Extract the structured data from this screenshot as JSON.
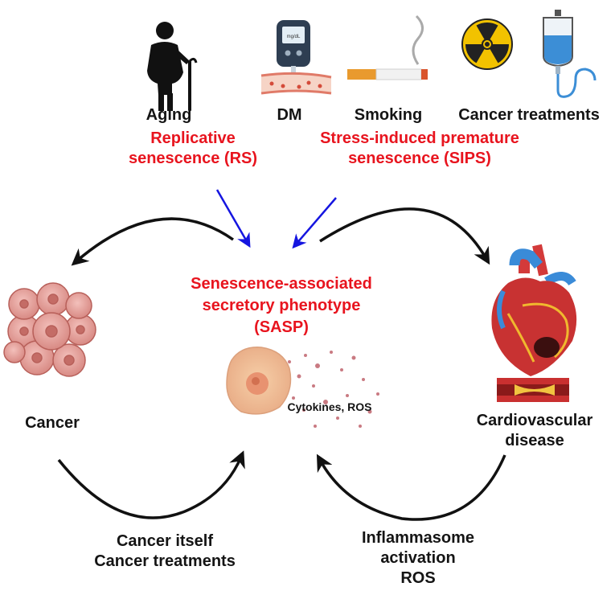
{
  "causes": {
    "aging": "Aging",
    "dm": "DM",
    "smoking": "Smoking",
    "cancer_treatments": "Cancer treatments"
  },
  "rs": {
    "line1": "Replicative",
    "line2": "senescence (RS)"
  },
  "sips": {
    "line1": "Stress-induced premature",
    "line2": "senescence (SIPS)"
  },
  "sasp": {
    "line1": "Senescence-associated",
    "line2": "secretory phenotype",
    "line3": "(SASP)",
    "secreted": "Cytokines, ROS"
  },
  "outcomes": {
    "cancer": "Cancer",
    "cvd_line1": "Cardiovascular",
    "cvd_line2": "disease"
  },
  "feedback_left": {
    "line1": "Cancer itself",
    "line2": "Cancer treatments"
  },
  "feedback_right": {
    "line1": "Inflammasome",
    "line2": "activation",
    "line3": "ROS"
  },
  "glucometer_readout": "mg/dL",
  "colors": {
    "red_text": "#e8141e",
    "blue_arrow": "#1515e0",
    "black_arrow": "#111111"
  },
  "icons": [
    "elderly-person-icon",
    "glucometer-icon",
    "cigarette-icon",
    "radiation-icon",
    "iv-bag-icon",
    "cancer-cells-icon",
    "heart-icon",
    "artery-plaque-icon",
    "senescent-cell-icon"
  ]
}
